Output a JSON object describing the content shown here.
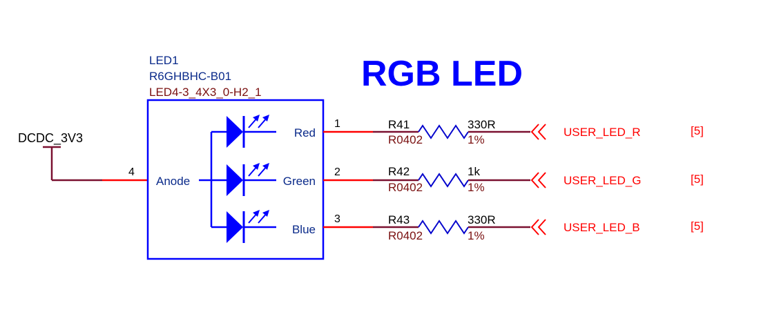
{
  "title": "RGB LED",
  "power_net": "DCDC_3V3",
  "component": {
    "designator": "LED1",
    "part_number": "R6GHBHC-B01",
    "footprint": "LED4-3_4X3_0-H2_1",
    "anode": {
      "pin_number": "4",
      "pin_name": "Anode"
    }
  },
  "channels": [
    {
      "pin_number": "1",
      "pin_name": "Red",
      "resistor": {
        "designator": "R41",
        "value": "330R",
        "package": "R0402",
        "tolerance": "1%"
      },
      "net": "USER_LED_R",
      "page_ref": "[5]"
    },
    {
      "pin_number": "2",
      "pin_name": "Green",
      "resistor": {
        "designator": "R42",
        "value": "1k",
        "package": "R0402",
        "tolerance": "1%"
      },
      "net": "USER_LED_G",
      "page_ref": "[5]"
    },
    {
      "pin_number": "3",
      "pin_name": "Blue",
      "resistor": {
        "designator": "R43",
        "value": "330R",
        "package": "R0402",
        "tolerance": "1%"
      },
      "net": "USER_LED_B",
      "page_ref": "[5]"
    }
  ],
  "colors": {
    "title": "#0000ff",
    "component_outline": "#0000ff",
    "component_text": "#0a2a8a",
    "footprint_text": "#7a1010",
    "pin_wire": "#ff0000",
    "net_wire": "#7a1030",
    "net_label": "#ff0000",
    "resistor": "#0000cc",
    "black_text": "#000000"
  }
}
